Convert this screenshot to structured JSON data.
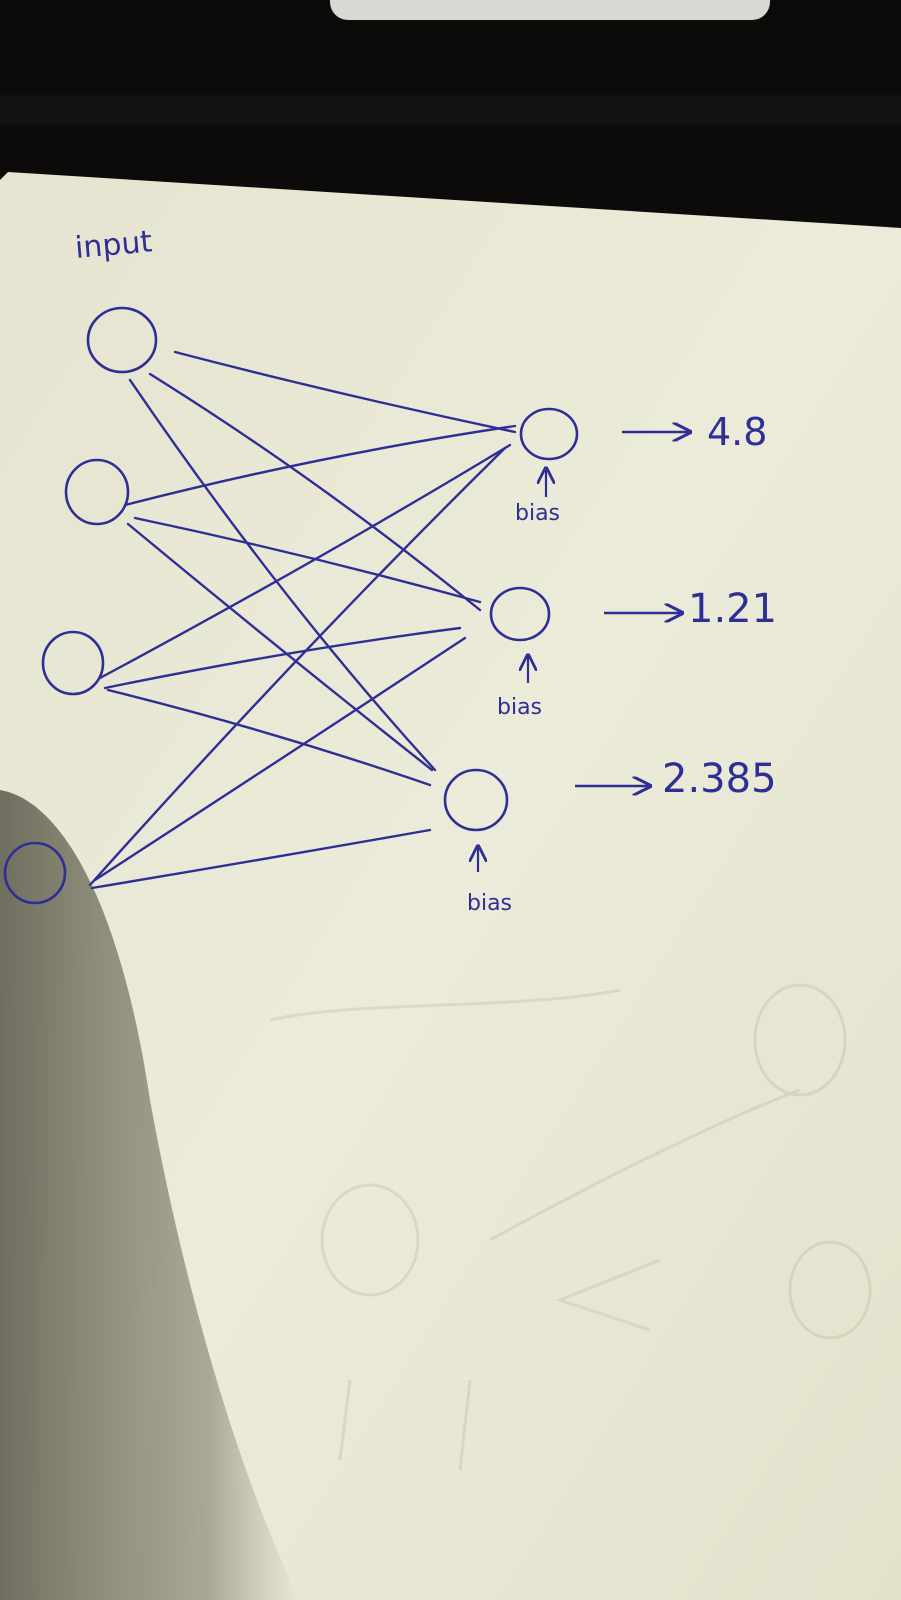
{
  "diagram": {
    "input_label": "input",
    "bias_label": "bias",
    "layers": {
      "input_nodes": 4,
      "output_nodes": 3
    },
    "outputs": [
      {
        "id": "out-1",
        "value": "4.8"
      },
      {
        "id": "out-2",
        "value": "1.21"
      },
      {
        "id": "out-3",
        "value": "2.385"
      }
    ],
    "ink_color": "#2e2f96",
    "paper_color": "#e9e7d5",
    "background_color": "#0c0b0a"
  }
}
